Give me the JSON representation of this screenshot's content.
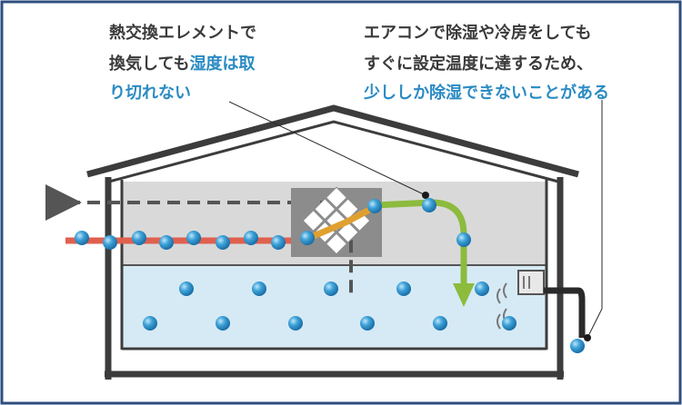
{
  "callout_left": {
    "line1": "熱交換エレメントで",
    "line2_prefix": "換気しても",
    "line2_highlight": "湿度は取",
    "line3_highlight": "り切れない"
  },
  "callout_right": {
    "line1": "エアコンで除湿や冷房をしても",
    "line2": "すぐに設定温度に達するため、",
    "line3_highlight": "少ししか除湿できないことがある"
  },
  "colors": {
    "frame": "#2d4d7e",
    "roof": "#3c3c3c",
    "attic": "#d9d9d9",
    "room": "#d6eaf5",
    "exchanger_box": "#8c8c8c",
    "supply_line": "#e0604e",
    "return_line": "#8cbb3e",
    "droplet": "#2b8bc3",
    "highlight_text": "#2b8bc3"
  },
  "icons": {
    "exchanger": "heat-exchanger-icon",
    "aircon": "air-conditioner-icon",
    "droplet": "water-droplet-icon"
  }
}
